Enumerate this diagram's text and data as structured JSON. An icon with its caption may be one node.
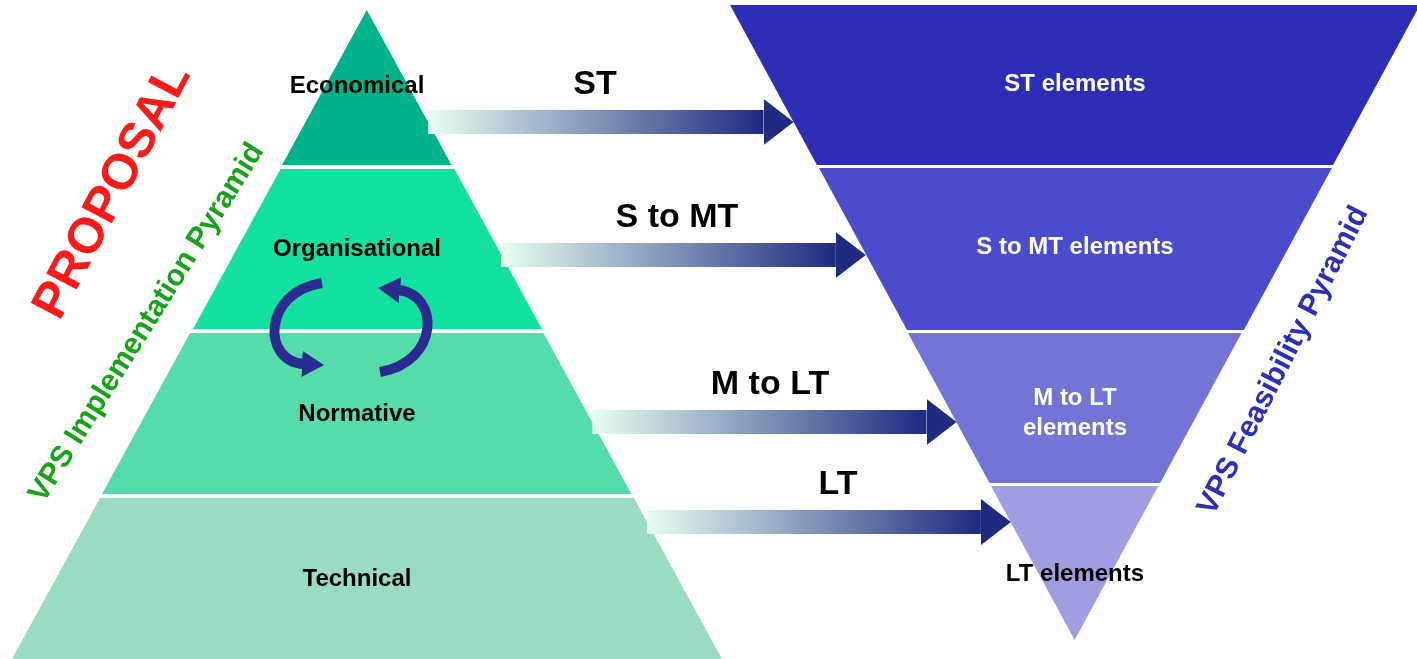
{
  "diagram": {
    "nodes": [
      {
        "text": [
          "Economical"
        ]
      },
      {
        "text": [
          "Organisational"
        ]
      },
      {
        "text": [
          "Normative"
        ]
      },
      {
        "text": [
          "Technical"
        ]
      },
      {
        "text": [
          "ST elements"
        ]
      },
      {
        "text": [
          "S to MT elements"
        ]
      },
      {
        "text": [
          "M to LT elements"
        ]
      },
      {
        "text": [
          "LT elements"
        ]
      }
    ],
    "edges": [
      {
        "from": 0,
        "to": 4,
        "arrow": "to",
        "label": "ST"
      },
      {
        "from": 1,
        "to": 5,
        "arrow": "to",
        "label": "S to MT"
      },
      {
        "from": 2,
        "to": 6,
        "arrow": "to",
        "label": "M to LT"
      },
      {
        "from": 3,
        "to": 7,
        "arrow": "to",
        "label": "LT"
      },
      {
        "from": 1,
        "to": 2,
        "arrow": "to"
      },
      {
        "from": 2,
        "to": 1,
        "arrow": "to"
      }
    ],
    "labels": [
      "PROPOSAL",
      "VPS Implementation Pyramid",
      "VPS Feasibility Pyramid"
    ]
  }
}
